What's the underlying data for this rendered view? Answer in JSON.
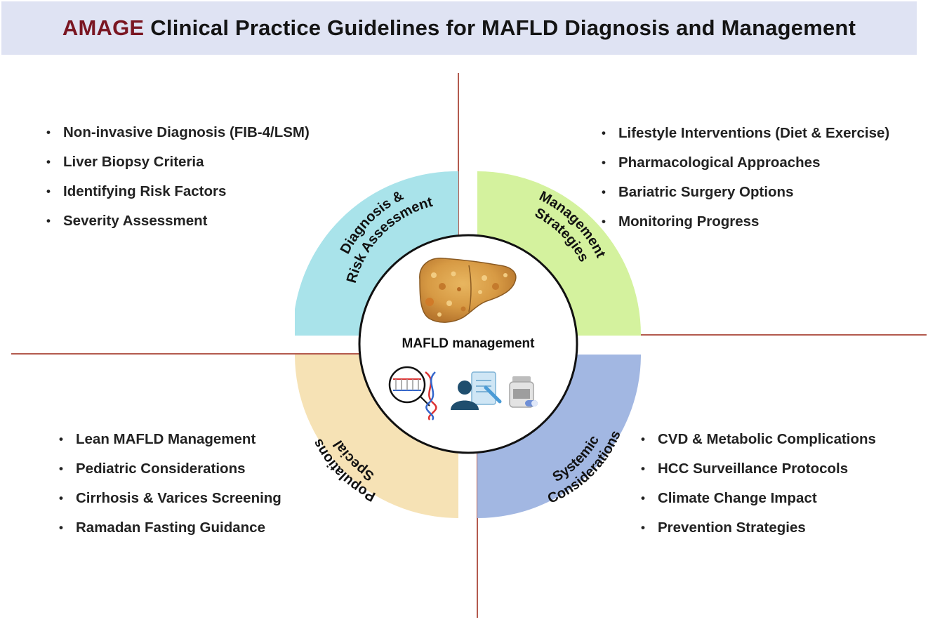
{
  "header": {
    "title_accent": "AMAGE",
    "title_rest": "Clinical Practice Guidelines for MAFLD Diagnosis and Management"
  },
  "center": {
    "label": "MAFLD management",
    "icons": [
      "liver-icon",
      "dna-magnifier-icon",
      "doctor-clipboard-icon",
      "medicine-bottle-icon"
    ]
  },
  "quadrants": {
    "diagnosis": {
      "line1": "Diagnosis &",
      "line2": "Risk Assessment",
      "color": "#a9e3ea",
      "items": [
        "Non-invasive Diagnosis (FIB-4/LSM)",
        "Liver Biopsy Criteria",
        "Identifying Risk Factors",
        "Severity Assessment"
      ]
    },
    "management": {
      "line1": "Management",
      "line2": "Strategies",
      "color": "#d4f29e",
      "items": [
        "Lifestyle Interventions (Diet & Exercise)",
        "Pharmacological Approaches",
        "Bariatric Surgery Options",
        "Monitoring Progress"
      ]
    },
    "special": {
      "line1": "Special",
      "line2": "Populations",
      "color": "#f6e2b5",
      "items": [
        "Lean MAFLD Management",
        "Pediatric Considerations",
        "Cirrhosis & Varices Screening",
        "Ramadan Fasting Guidance"
      ]
    },
    "systemic": {
      "line1": "Systemic",
      "line2": "Considerations",
      "color": "#a2b7e2",
      "items": [
        "CVD & Metabolic Complications",
        "HCC Surveillance Protocols",
        "Climate Change Impact",
        "Prevention Strategies"
      ]
    }
  },
  "colors": {
    "divider": "#b35a4e",
    "accent": "#7a1622",
    "header_bg": "#dfe3f3"
  }
}
